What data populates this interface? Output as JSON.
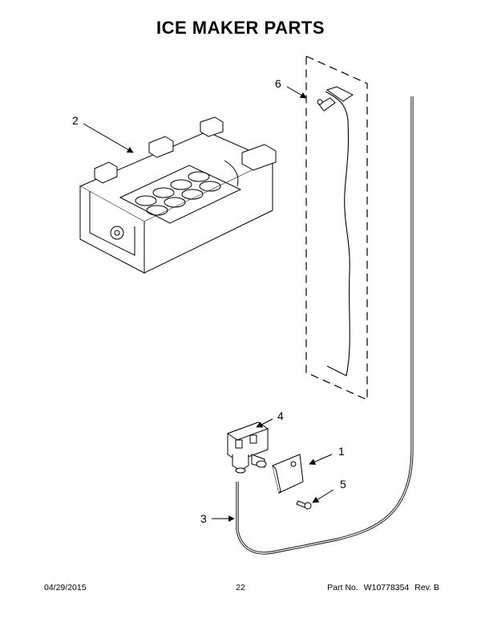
{
  "title": "ICE MAKER PARTS",
  "callouts": [
    "1",
    "2",
    "3",
    "4",
    "5",
    "6"
  ],
  "footer": {
    "date": "04/29/2015",
    "page": "22",
    "part_label": "Part No.",
    "part_number": "W10778354",
    "revision": "Rev.  B"
  }
}
